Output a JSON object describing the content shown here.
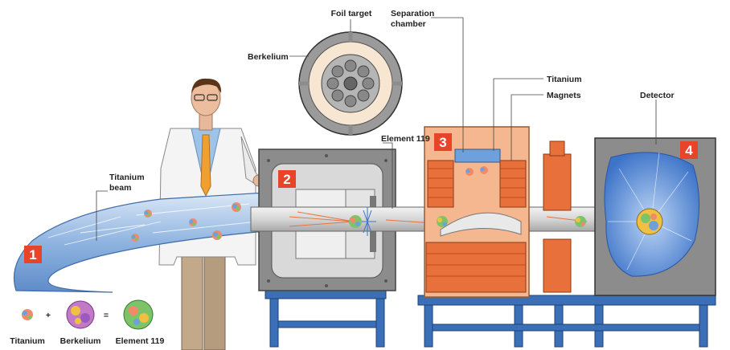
{
  "labels": {
    "foil_target": "Foil target",
    "separation_1": "Separation",
    "separation_2": "chamber",
    "berkelium_top": "Berkelium",
    "titanium_top": "Titanium",
    "magnets": "Magnets",
    "detector": "Detector",
    "element119": "Element 119",
    "titanium_beam_1": "Titanium",
    "titanium_beam_2": "beam"
  },
  "steps": [
    "1",
    "2",
    "3",
    "4"
  ],
  "legend": {
    "plus": "+",
    "equals": "=",
    "titanium": "Titanium",
    "berkelium": "Berkelium",
    "element119": "Element 119"
  },
  "colors": {
    "step_badge": "#e8442a",
    "beam": "#8fb4e0",
    "chamber_gray": "#8c8c8c",
    "magnet_orange": "#e8703a",
    "sep_chamber": "#f5b78f",
    "detector_blue": "#3d73c8",
    "frame_blue": "#3b70b8"
  }
}
